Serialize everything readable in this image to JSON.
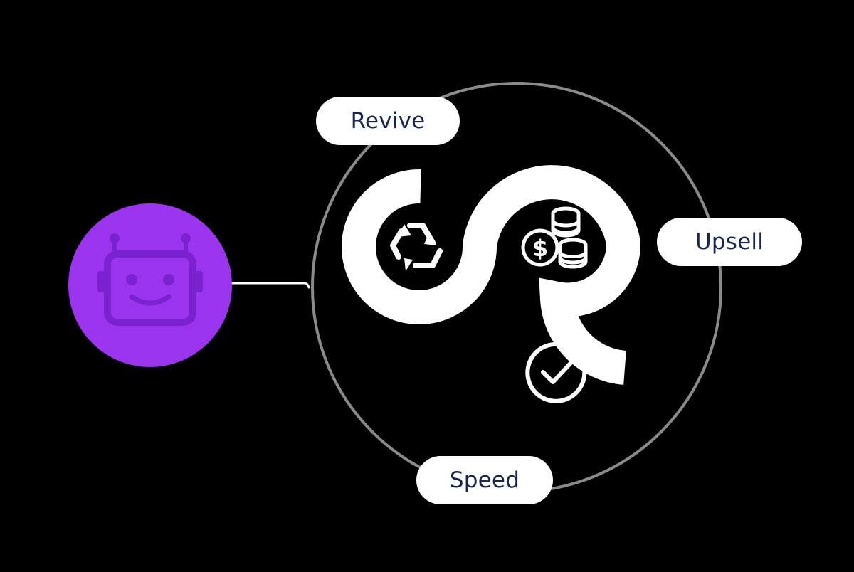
{
  "labels": {
    "revive": "Revive",
    "upsell": "Upsell",
    "speed": "Speed"
  },
  "icons": {
    "assistant": "robot-icon",
    "revive": "recycle-icon",
    "upsell": "coins-dollar-icon",
    "speed": "check-circle-icon"
  },
  "colors": {
    "background": "#000000",
    "assistant_fill": "#9b34ee",
    "robot_glyph": "#7b22cf",
    "ring": "#8a8a8a",
    "shape": "#ffffff",
    "label_text": "#1a2552"
  }
}
